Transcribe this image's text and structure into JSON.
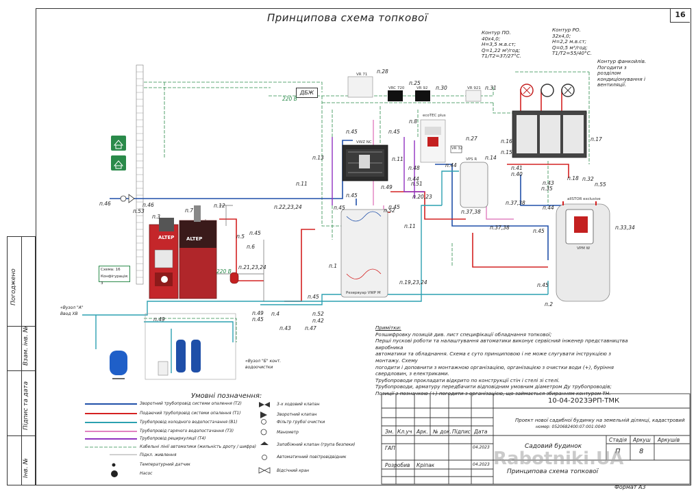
{
  "page": {
    "title": "Принципова схема топкової",
    "page_number": "16",
    "format": "Формат А3",
    "watermark": "Rabotniki.UA"
  },
  "side_strip": {
    "agreed": "Погоджено",
    "inv_no": "Взам. інв. №",
    "sign_date": "Підпис та дата",
    "inv_no_orig": "Інв. №"
  },
  "contours": {
    "c1": "Контур ПО.\n40х4,0;\nН=3,5 м.в.ст;\nQ=1,22 м³/год;\nТ1/Т2=37/27°С.",
    "c2": "Контур РО.\n32х4,0;\nН=2,2 м.в.ст;\nQ=0,5 м³/год;\nТ1/Т2=55/40°С.",
    "c3": "Контур фанкойлів.\nПогодити з\nрозділом\nкондиціонування і\nвентиляції."
  },
  "equipment": {
    "dbzh": "ДБЖ",
    "v220": "220 В",
    "v220b": "220 В",
    "vr71": "VR 71",
    "vrc720": "VRC 720",
    "vr92": "VR 92",
    "vr921": "VR 921",
    "ecotec": "ecoTEC plus",
    "vwz_nc": "VWZ NC",
    "vps_r": "VPS R",
    "vr32": "VR 32",
    "allstor": "allSTOR exclusive",
    "vpm_w": "VPM W",
    "altep": "ALTEP",
    "tank": "Резервуар VWP M",
    "scheme_no": "Схема: 16",
    "config_no": "Конфігурація: 3",
    "input_a": "«Вузол \"А\"\nВвод ХВ",
    "input_b": "«Вузол \"Б\" конт.\nводоочистки"
  },
  "callouts": {
    "n1": "п.1",
    "n2": "п.2",
    "n3": "п.3",
    "n4": "п.4",
    "n5": "п.5",
    "n6": "п.6",
    "n7": "п.7",
    "n8": "п.8",
    "n11a": "п.11",
    "n11b": "п.11",
    "n11c": "п.11",
    "n12": "п.12",
    "n13": "п.13",
    "n14": "п.14",
    "n15": "п.15",
    "n16": "п.16",
    "n17": "п.17",
    "n18": "п.18",
    "n19": "п.19,23,24",
    "n20": "п.20,23",
    "n21": "п.21,23,24",
    "n22": "п.22,23,24",
    "n25": "п.25",
    "n27": "п.27",
    "n28": "п.28",
    "n30": "п.30",
    "n31": "п.31",
    "n32": "п.32",
    "n33": "п.33,34",
    "n35": "п.35",
    "n37a": "п.37,38",
    "n37b": "п.37,38",
    "n37c": "п.37,38",
    "n40": "п.40",
    "n41": "п.41",
    "n42": "п.42",
    "n43a": "п.43",
    "n43b": "п.43",
    "n44a": "п.44",
    "n44b": "п.44",
    "n44c": "п.44",
    "n45a": "п.45",
    "n45b": "п.45",
    "n45c": "п.45",
    "n45d": "п.45",
    "n45e": "п.45",
    "n45f": "п.45",
    "n45g": "п.45",
    "n45h": "п.45",
    "n45i": "п.45",
    "n45j": "п.45",
    "n46a": "п.46",
    "n46b": "п.46",
    "n47": "п.47",
    "n48": "п.48",
    "n49a": "п.49",
    "n49b": "п.49",
    "n49c": "п.49",
    "n51": "п.51",
    "n52a": "п.52",
    "n52b": "п.52",
    "n53": "п.53",
    "n55": "п.55"
  },
  "notes": {
    "title": "Примітки:",
    "lines": [
      "Розшифровку позицій див. лист специфікації обладнання топкової;",
      "Перші пускові роботи та налаштування автоматики виконує сервісний інженер представництва виробника",
      "автоматики та обладнання. Схема є суто принциповою і не може слугувати інструкцією з монтажу. Схему",
      "погодити і доповнити з монтажною організацією, організацією з очистки води (+), буріння свердловин, з електриками.",
      "Трубопроводи прокладати відкрито по конструкції стін і стелі зі стелі.",
      "Трубопроводи, арматуру передбачити відповідним умовним діаметром Ду трубопроводів;",
      "Позиції з позначкою (+) погодити з організацією, що займається збиранням контуром ТН."
    ]
  },
  "legend": {
    "title": "Умовні позначення:",
    "items": [
      "Зворотний трубопровід системи опалення (Т2)",
      "Подаючий трубопровід системи опалення (Т1)",
      "Трубопровід холодного водопостачання (В1)",
      "Трубопровід гарячого водопостачання (Т3)",
      "Трубопровід рециркуляції (Т4)",
      "Кабельні лінії автоматики (жильність дроту / шифра)",
      "Підкл. живлення",
      "Температурний датчик",
      "Насос"
    ],
    "items_right": [
      "3-х ходовий клапан",
      "Зворотний клапан",
      "Фільтр грубої очистки",
      "Манометр",
      "Запобіжний клапан (група безпеки)",
      "Автоматичний повітровідвідник",
      "Відсічний кран"
    ],
    "colors": {
      "return": "#1f4fa8",
      "supply": "#d42020",
      "cold": "#2aa0b0",
      "hot": "#e080c0",
      "recirc": "#9030c0",
      "cable": "#2a8a4a"
    }
  },
  "title_block": {
    "code": "10-04-2023ЭРП-ТМК",
    "project": "Проект нової садибної будинку на земельній ділянці, кадастровий",
    "project2": "номер: 0520682400:07:001:0040",
    "headers": [
      "Зм.",
      "Кл.уч",
      "Арк.",
      "№ док.",
      "Підпис",
      "Дата"
    ],
    "gap": "ГАП",
    "developer": "Розробив",
    "developer_name": "Кріпак",
    "date1": "04.2023",
    "date2": "04.2023",
    "object": "Садовий будинок",
    "sheet_title": "Принципова схема топкової",
    "stage_h": "Стадія",
    "sheet_h": "Аркуш",
    "sheets_h": "Аркушів",
    "stage": "П",
    "sheet": "8"
  }
}
